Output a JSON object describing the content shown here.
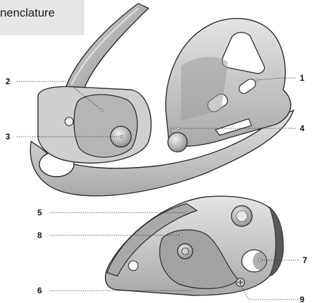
{
  "title": "nenclature",
  "callouts": [
    {
      "id": "1",
      "label": "1"
    },
    {
      "id": "2",
      "label": "2"
    },
    {
      "id": "3",
      "label": "3"
    },
    {
      "id": "4",
      "label": "4"
    },
    {
      "id": "5",
      "label": "5"
    },
    {
      "id": "6",
      "label": "6"
    },
    {
      "id": "7",
      "label": "7"
    },
    {
      "id": "8",
      "label": "8"
    },
    {
      "id": "9",
      "label": "9"
    }
  ],
  "colors": {
    "body_light": "#d9d9d9",
    "body_mid": "#bdbdbd",
    "body_dark": "#8c8c8c",
    "outline": "#2b2b2b",
    "title_bg": "#e6e6e6"
  }
}
